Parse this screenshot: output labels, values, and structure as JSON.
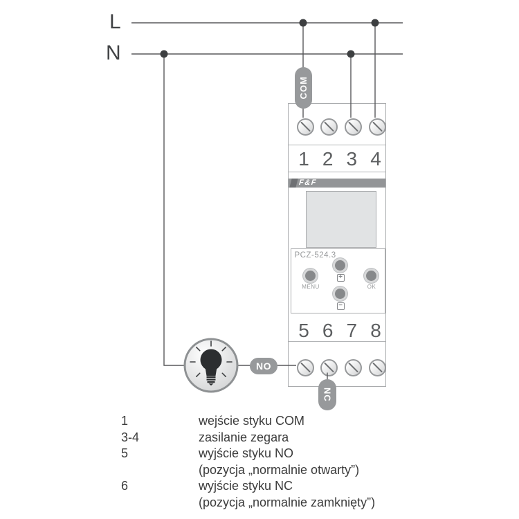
{
  "power": {
    "l_label": "L",
    "n_label": "N"
  },
  "connection_labels": {
    "com": "COM",
    "no": "NO",
    "nc": "NC"
  },
  "device": {
    "brand": "F&F",
    "model": "PCZ-524.3",
    "top_terminals": [
      "1",
      "2",
      "3",
      "4"
    ],
    "bottom_terminals": [
      "5",
      "6",
      "7",
      "8"
    ],
    "buttons": {
      "menu": "MENU",
      "plus": "+",
      "minus": "−",
      "ok": "OK"
    }
  },
  "legend": {
    "rows": [
      {
        "key": "1",
        "desc": "wejście styku COM"
      },
      {
        "key": "3-4",
        "desc": "zasilanie zegara"
      },
      {
        "key": "5",
        "desc": "wyjście styku NO"
      },
      {
        "key": "",
        "desc": "(pozycja „normalnie otwarty”)"
      },
      {
        "key": "6",
        "desc": "wyjście styku NC"
      },
      {
        "key": "",
        "desc": "(pozycja „normalnie zamknięty”)"
      }
    ]
  },
  "colors": {
    "pill_gray": "#97999b",
    "wire": "#58595b",
    "device_border": "#a9abad",
    "lcd_fill": "#e1e3e4",
    "brand_bar": "#939597"
  }
}
